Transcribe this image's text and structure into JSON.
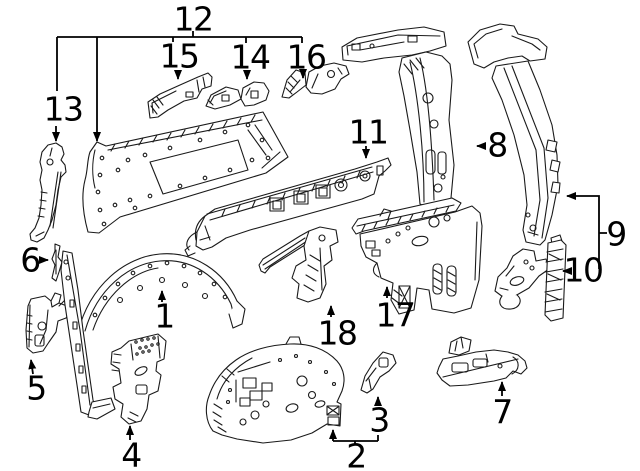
{
  "diagram": {
    "background": "#ffffff",
    "line_color": "#1a1a1a",
    "callouts": [
      {
        "label": "1"
      },
      {
        "label": "2"
      },
      {
        "label": "3"
      },
      {
        "label": "4"
      },
      {
        "label": "5"
      },
      {
        "label": "6"
      },
      {
        "label": "7"
      },
      {
        "label": "8"
      },
      {
        "label": "9"
      },
      {
        "label": "10"
      },
      {
        "label": "11"
      },
      {
        "label": "12"
      },
      {
        "label": "13"
      },
      {
        "label": "14"
      },
      {
        "label": "15"
      },
      {
        "label": "16"
      },
      {
        "label": "17"
      },
      {
        "label": "18"
      }
    ]
  }
}
